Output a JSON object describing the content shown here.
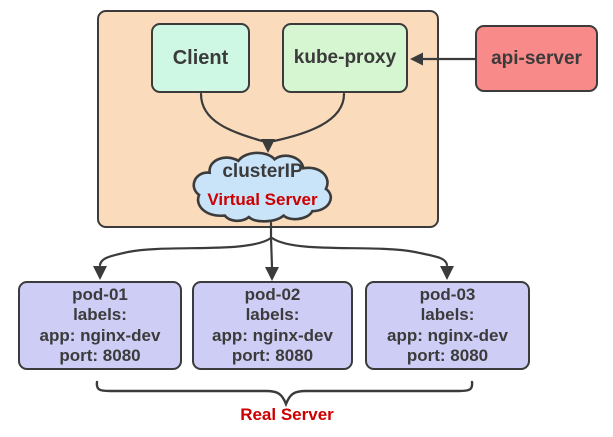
{
  "colors": {
    "container_fill": "#fadcbc",
    "client_fill": "#cff8e4",
    "kube_proxy_fill": "#d5f6d0",
    "api_server_fill": "#f98a8a",
    "cloud_fill": "#c9e3f9",
    "pod_fill": "#cecdf5",
    "stroke": "#3b3b3b",
    "accent_red": "#cc0000"
  },
  "nodes": {
    "client": {
      "label": "Client"
    },
    "kube_proxy": {
      "label": "kube-proxy"
    },
    "api_server": {
      "label": "api-server"
    },
    "cluster_ip": {
      "label": "clusterIP",
      "sublabel": "Virtual Server"
    }
  },
  "pods": [
    {
      "name": "pod-01",
      "labels_heading": "labels:",
      "app_label": "app: nginx-dev",
      "port_label": "port: 8080"
    },
    {
      "name": "pod-02",
      "labels_heading": "labels:",
      "app_label": "app: nginx-dev",
      "port_label": "port: 8080"
    },
    {
      "name": "pod-03",
      "labels_heading": "labels:",
      "app_label": "app: nginx-dev",
      "port_label": "port: 8080"
    }
  ],
  "annotations": {
    "real_server": "Real Server"
  }
}
